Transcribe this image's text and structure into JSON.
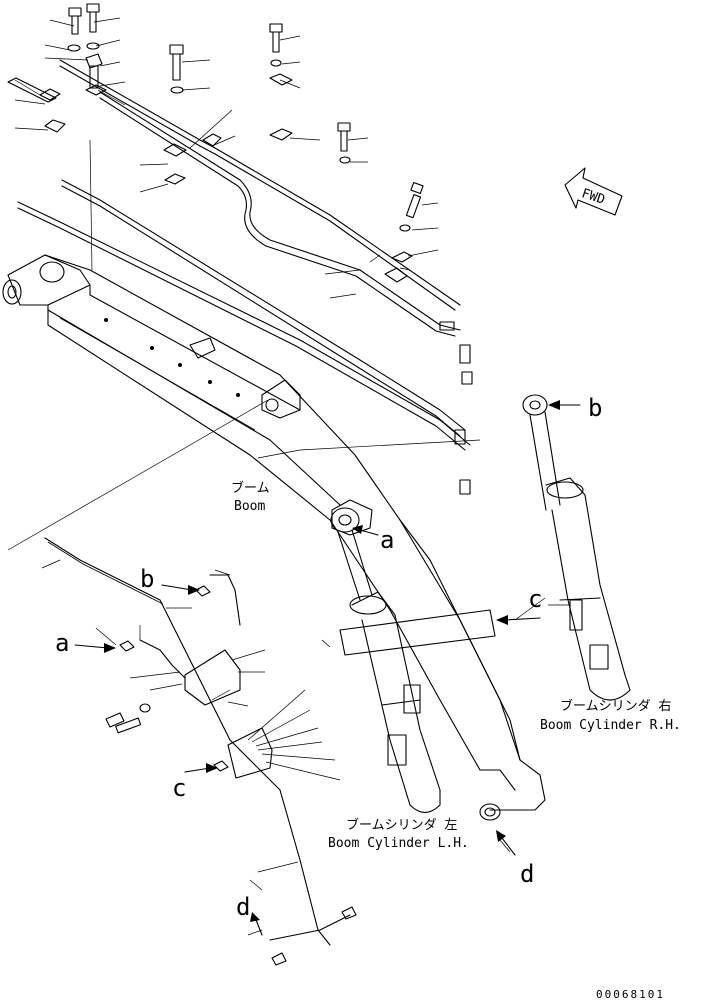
{
  "labels": {
    "boom_jp": "ブーム",
    "boom_en": "Boom",
    "cyl_rh_jp": "ブームシリンダ 右",
    "cyl_rh_en": "Boom Cylinder R.H.",
    "cyl_lh_jp": "ブームシリンダ 左",
    "cyl_lh_en": "Boom Cylinder L.H.",
    "fwd": "FWD",
    "drawing_no": "00068101"
  },
  "ref_letters": {
    "a_top": "a",
    "a_left": "a",
    "b_top": "b",
    "b_left": "b",
    "c_right": "c",
    "c_left": "c",
    "d_right": "d",
    "d_left": "d"
  }
}
